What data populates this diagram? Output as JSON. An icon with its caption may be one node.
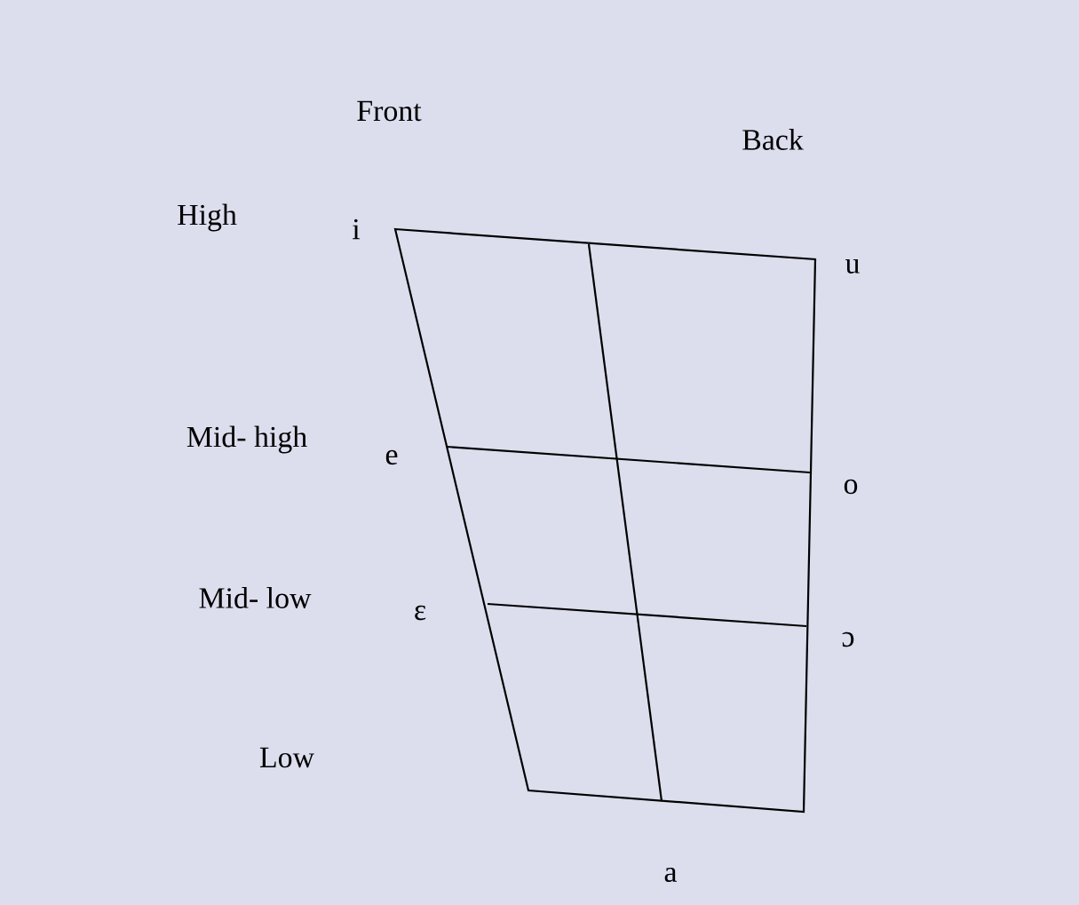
{
  "diagram": {
    "labels": [
      "Front",
      "Back",
      "High",
      "i",
      "u",
      "Mid- high",
      "e",
      "o",
      "Mid- low",
      "ɛ",
      "ɔ",
      "Low",
      "a"
    ]
  }
}
